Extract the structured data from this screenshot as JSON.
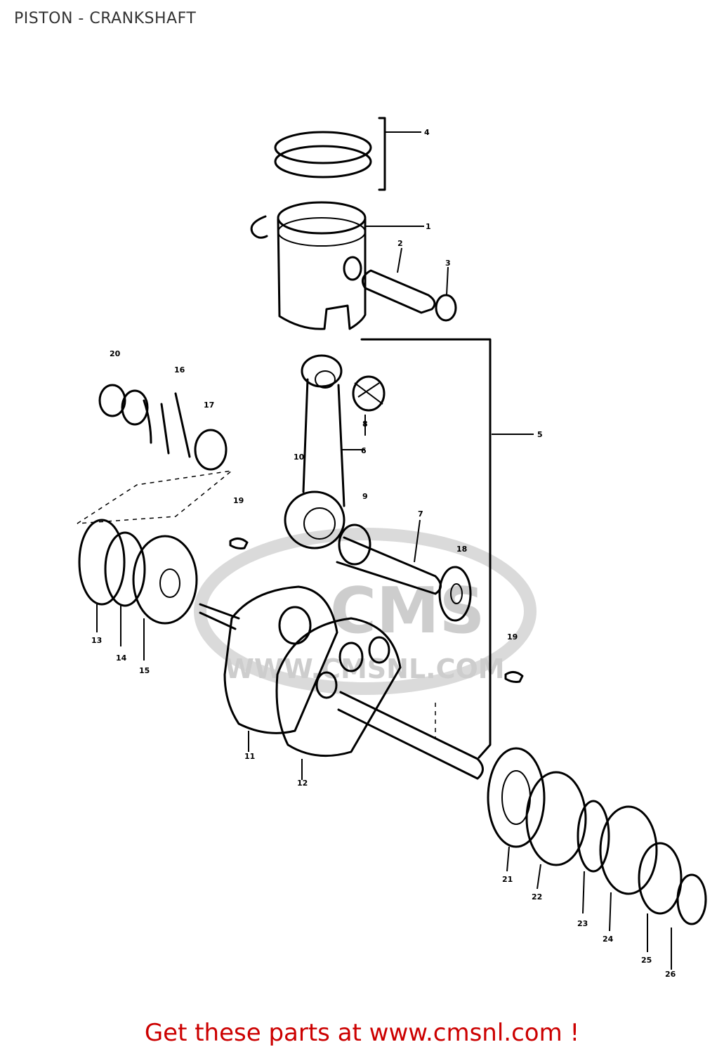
{
  "title": "PISTON - CRANKSHAFT",
  "footer": "Get these parts at www.cmsnl.com !",
  "watermark": {
    "text_big": "CMS",
    "text_url": "WWW.CMSNL.COM"
  },
  "colors": {
    "footer": "#cc0000",
    "title": "#333333",
    "watermark": "#c8c8c8"
  },
  "callouts": {
    "c1": "1",
    "c2": "2",
    "c3": "3",
    "c4": "4",
    "c5": "5",
    "c6": "6",
    "c7": "7",
    "c8": "8",
    "c9": "9",
    "c10": "10",
    "c11": "11",
    "c12": "12",
    "c13": "13",
    "c14": "14",
    "c15": "15",
    "c16": "16",
    "c17": "17",
    "c18": "18",
    "c19": "19",
    "c19b": "19",
    "c20": "20",
    "c21": "21",
    "c22": "22",
    "c23": "23",
    "c24": "24",
    "c25": "25",
    "c26": "26"
  }
}
